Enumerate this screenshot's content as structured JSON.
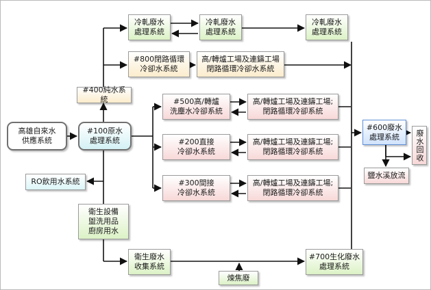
{
  "nodes": {
    "cold_rolling_1": {
      "line1": "冷軋廢水",
      "line2": "處理系統"
    },
    "cold_rolling_2": {
      "line1": "冷軋廢水",
      "line2": "處理系統"
    },
    "cold_rolling_3": {
      "line1": "冷軋廢水",
      "line2": "處理系統"
    },
    "closed_loop_800": {
      "line1": "#800閉路循環",
      "line2": "冷卻水系統"
    },
    "furnace_closed_loop": {
      "line1": "高/轉爐工場及連鑄工場",
      "line2": "閉路循環冷卻水系統"
    },
    "pure_water_400": {
      "line1": "#400純水系統"
    },
    "furnace_wash_500": {
      "line1": "#500高/轉爐",
      "line2": "洗塵水冷卻系統"
    },
    "furnace_loop_a": {
      "line1": "高/轉爐工場及連鑄工場;",
      "line2": "閉路循環冷卻系統"
    },
    "kaohsiung_supply": {
      "line1": "高雄自來水",
      "line2": "供應系統"
    },
    "raw_water_100": {
      "line1": "#100原水",
      "line2": "處理系統"
    },
    "direct_200": {
      "line1": "#200直接",
      "line2": "冷卻水系統"
    },
    "furnace_loop_b": {
      "line1": "高/轉爐工場及連鑄工場;",
      "line2": "閉路循環冷卻系統"
    },
    "wastewater_600": {
      "line1": "#600廢水",
      "line2": "處理系統"
    },
    "waste_recovery": {
      "line1": "廢水回收"
    },
    "brine_discharge": {
      "line1": "鹽水溪放流"
    },
    "ro_drinking": {
      "line1": "RO飲用水系統"
    },
    "indirect_300": {
      "line1": "#300間接",
      "line2": "冷卻水系統"
    },
    "furnace_loop_c": {
      "line1": "高/轉爐工場及連鑄工場;",
      "line2": "閉路循環冷卻系統"
    },
    "sanitary_use": {
      "line1": "衛生設備",
      "line2": "盥洗用品",
      "line3": "廚房用水"
    },
    "sanitary_collection": {
      "line1": "衛生廢水",
      "line2": "收集系統"
    },
    "bio_700": {
      "line1": "#700生化廢水",
      "line2": "處理系統"
    },
    "coking": {
      "line1": "煉焦廢"
    }
  },
  "colors": {
    "green": "#dcf2c6",
    "yellow": "#fbeccc",
    "pink": "#f8d8d8",
    "blue": "#d0e2fb",
    "cyan": "#d4f1f5",
    "line": "#111111"
  }
}
